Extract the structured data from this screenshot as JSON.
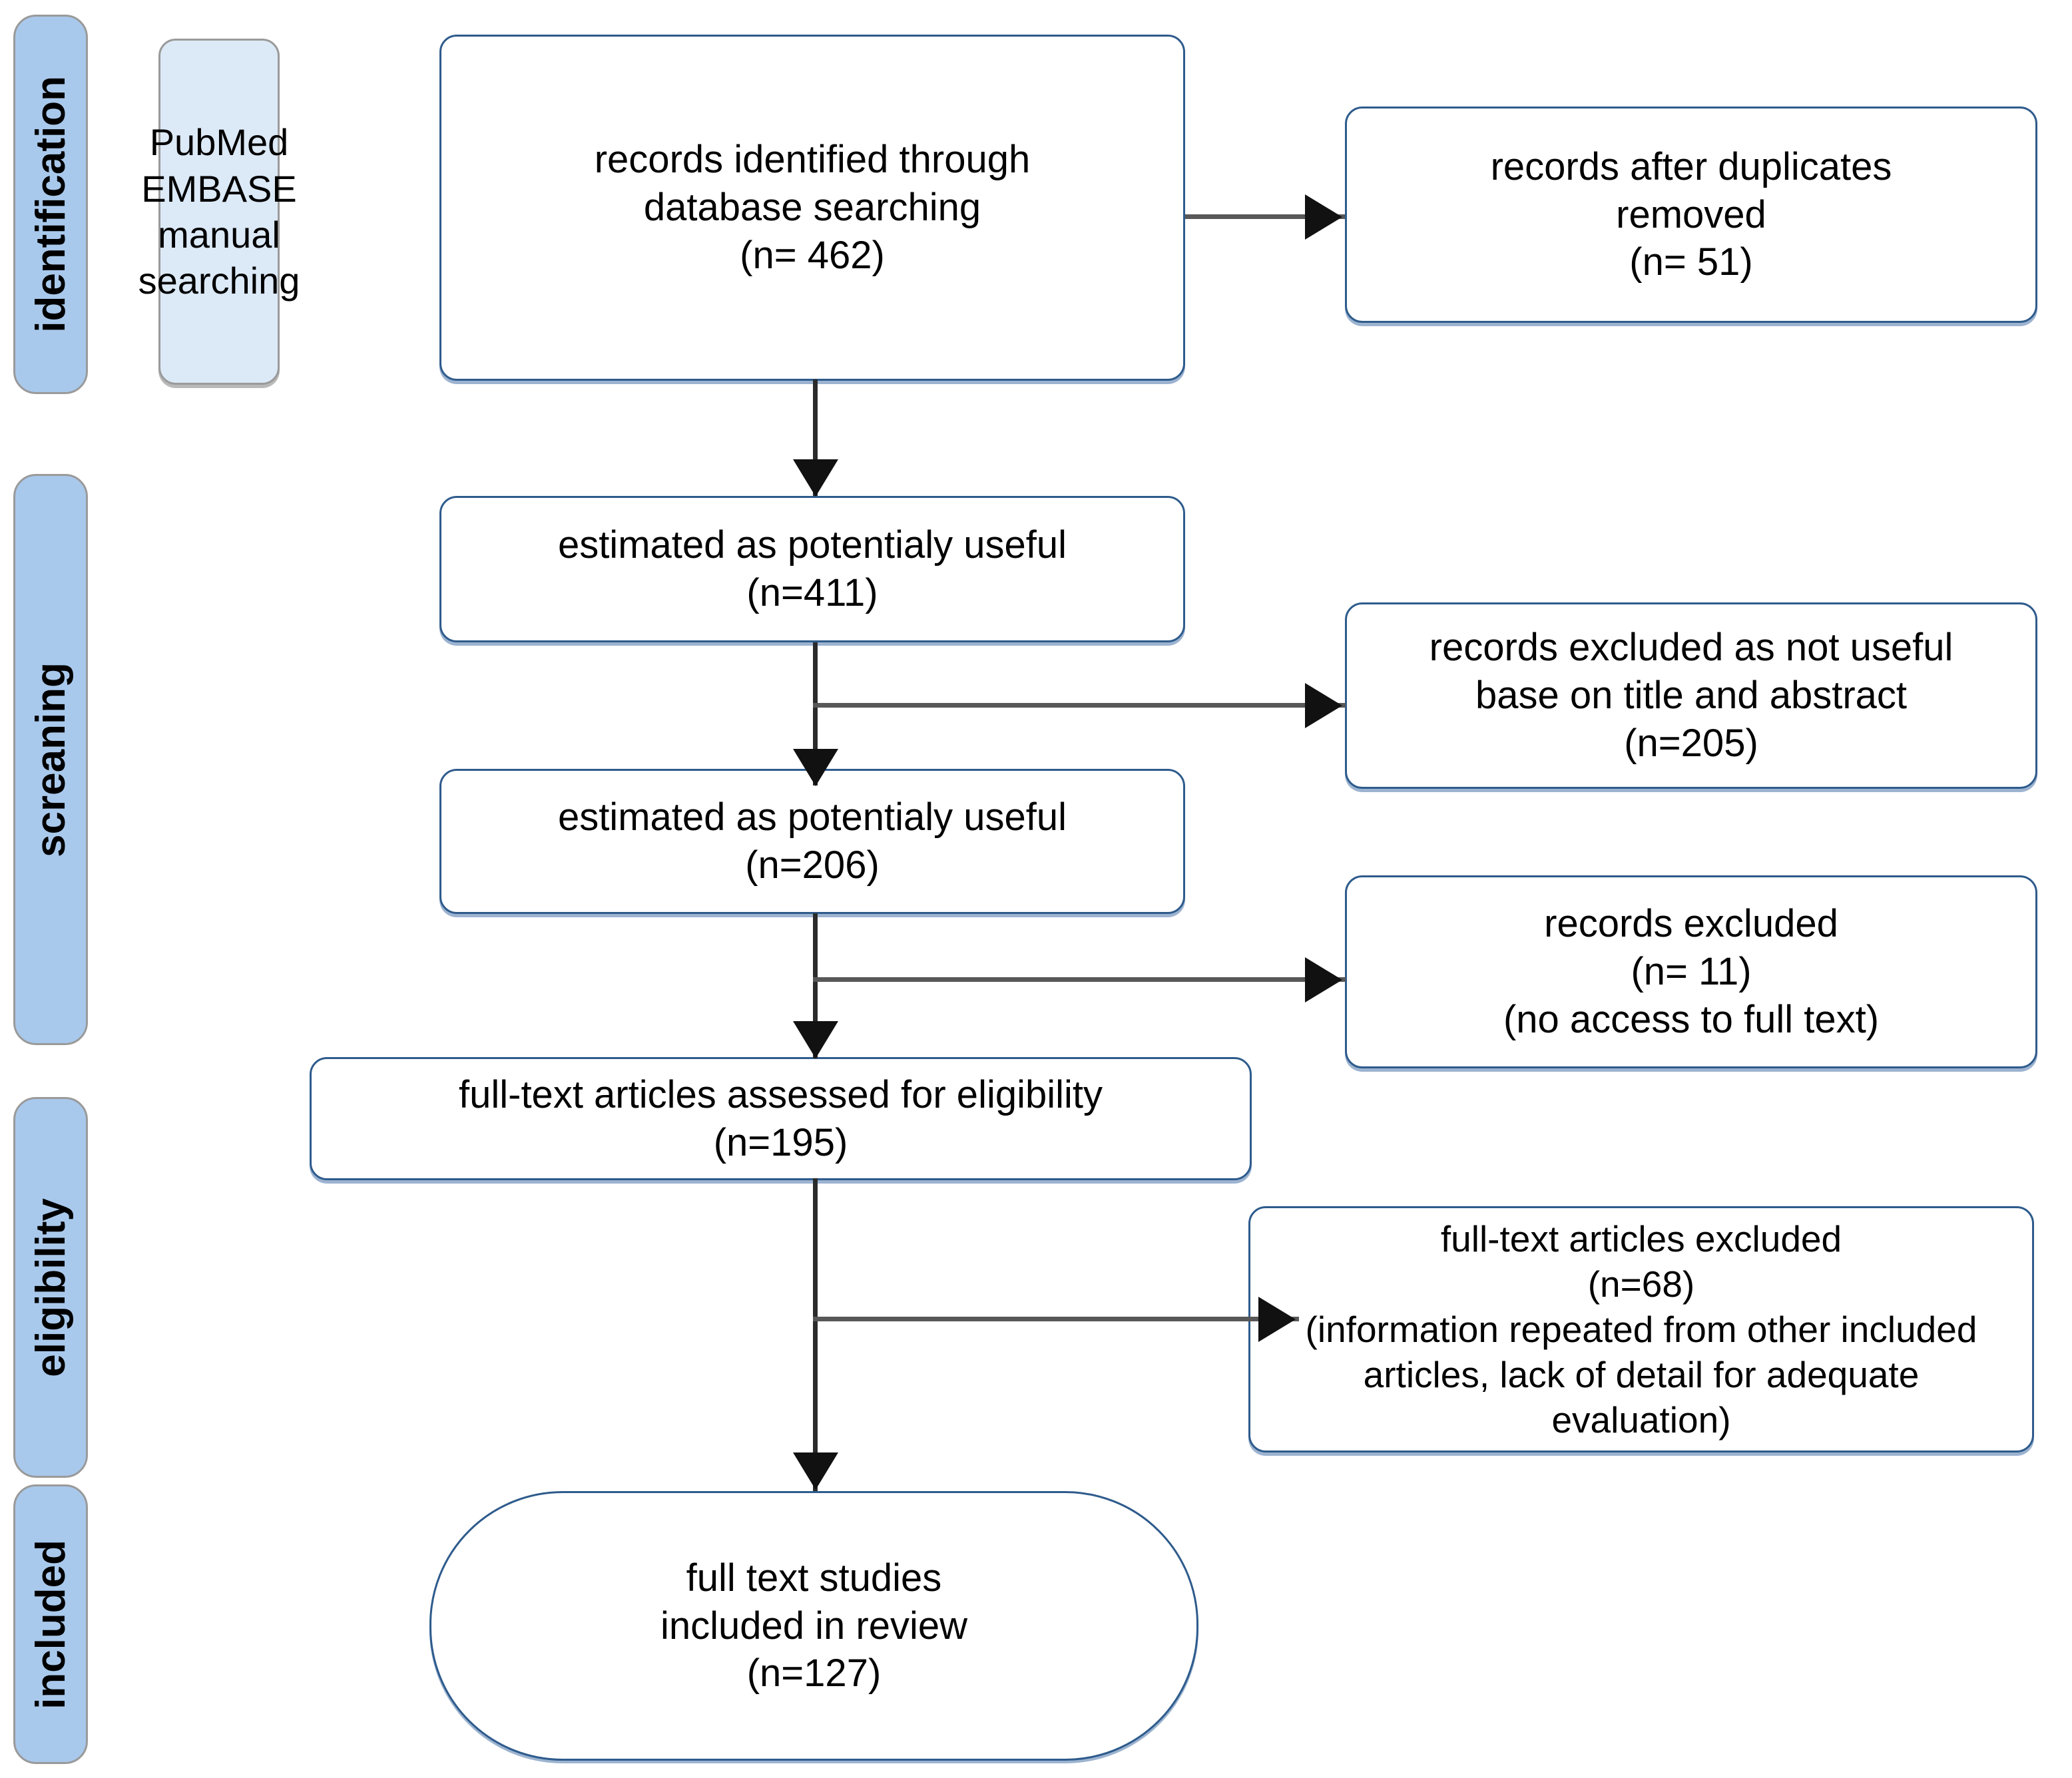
{
  "diagram": {
    "title": "PRISMA study selection flow diagram",
    "accent_color": "#2E5B8C",
    "stage_fill": "#A9C9EC",
    "source_box_fill": "#DCE9F7",
    "connector_color": "#2b2b2b"
  },
  "stages": [
    {
      "id": "identification",
      "label": "identification"
    },
    {
      "id": "screening",
      "label": "screaning"
    },
    {
      "id": "eligibility",
      "label": "eligibility"
    },
    {
      "id": "included",
      "label": "included"
    }
  ],
  "nodes": {
    "sources": {
      "text": "PubMed\nEMBASE\nmanual\nsearching"
    },
    "identified": {
      "text": "records identified through\ndatabase searching\n(n= 462)"
    },
    "duplicates_removed": {
      "text": "records after duplicates\nremoved\n(n= 51)"
    },
    "potential_411": {
      "text": "estimated as potentialy useful\n(n=411)"
    },
    "excluded_title": {
      "text": "records excluded as not useful\nbase on title and abstract\n(n=205)"
    },
    "potential_206": {
      "text": "estimated as potentialy useful\n(n=206)"
    },
    "excluded_access": {
      "text": "records excluded\n(n= 11)\n(no access to full text)"
    },
    "fulltext_assessed": {
      "text": "full-text articles assessed for eligibility\n(n=195)"
    },
    "fulltext_excluded": {
      "text": "full-text articles excluded\n(n=68)\n(information repeated from other included\narticles, lack of detail for adequate\nevaluation)"
    },
    "included_final": {
      "text": "full text studies\nincluded in review\n(n=127)"
    }
  },
  "chart_data": {
    "type": "flow",
    "title": "PRISMA study selection flow diagram",
    "stages": [
      "identification",
      "screaning",
      "eligibility",
      "included"
    ],
    "counts": {
      "records_identified_through_database_searching": 462,
      "records_after_duplicates_removed": 51,
      "estimated_as_potentialy_useful_first": 411,
      "records_excluded_not_useful_title_abstract": 205,
      "estimated_as_potentialy_useful_second": 206,
      "records_excluded_no_access_full_text": 11,
      "full_text_articles_assessed_for_eligibility": 195,
      "full_text_articles_excluded": 68,
      "full_text_studies_included_in_review": 127
    }
  }
}
